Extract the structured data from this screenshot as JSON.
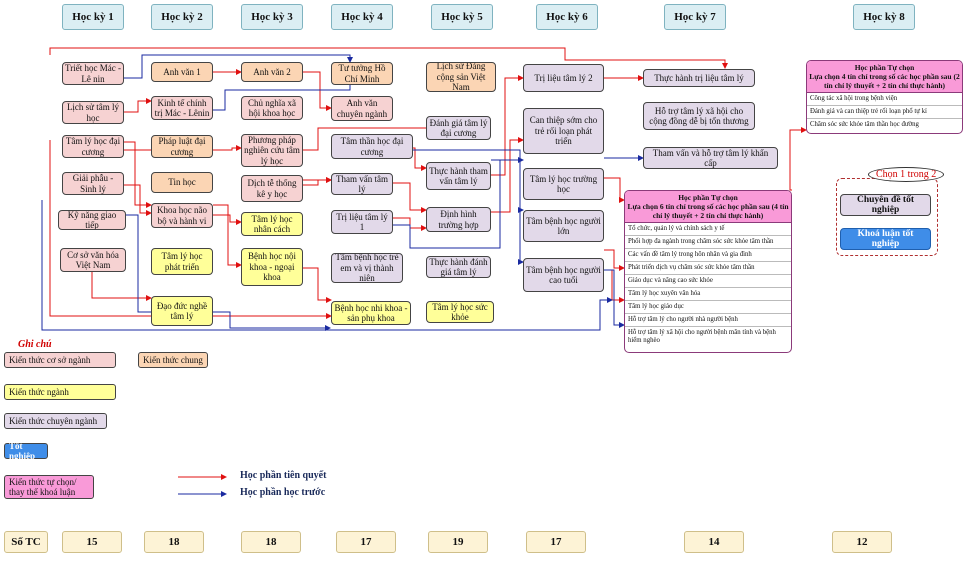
{
  "semesters": [
    "Học kỳ 1",
    "Học kỳ 2",
    "Học kỳ 3",
    "Học kỳ 4",
    "Học kỳ 5",
    "Học kỳ 6",
    "Học kỳ 7",
    "Học kỳ 8"
  ],
  "courses": {
    "triet": "Triết học Mác - Lê nin",
    "lsu_tl": "Lịch sử tâm lý học",
    "tl_dc": "Tâm lý học đại cương",
    "giaiphau": "Giải phẫu - Sinh lý",
    "kn_gt": "Kỹ năng giao tiếp",
    "csvh": "Cơ sở văn hóa Việt Nam",
    "av1": "Anh văn 1",
    "ktct": "Kinh tế chính trị Mác - Lênin",
    "plaw": "Pháp luật đại cương",
    "tinhoc": "Tin học",
    "khnao": "Khoa học não bộ và hành vi",
    "tl_pt": "Tâm lý học phát triển",
    "dd_nghe": "Đạo đức nghề tâm lý",
    "av2": "Anh văn 2",
    "cnxh": "Chủ nghĩa xã hội khoa học",
    "ppnc": "Phương pháp nghiên cứu tâm lý học",
    "tkyh": "Dịch tễ thống kê y học",
    "tl_nc": "Tâm lý học nhân cách",
    "benh_noi": "Bệnh học nội khoa - ngoại khoa",
    "tt_hcm": "Tư tưởng Hồ Chí Minh",
    "av_cn": "Anh văn chuyên ngành",
    "tt_dc": "Tâm thần học đại cương",
    "tvtl": "Tham vấn tâm lý",
    "trilieu1": "Trị liệu tâm lý 1",
    "benh_tre": "Tâm bệnh học trẻ em và vị thành niên",
    "benh_nhi": "Bệnh học nhi khoa - sản phụ khoa",
    "lsd": "Lịch sử Đảng cộng sản Việt Nam",
    "dgtl": "Đánh giá tâm lý đại cương",
    "th_tv": "Thực hành tham vấn tâm lý",
    "dinhhinh": "Định hình trường hợp",
    "th_dg": "Thực hành đánh giá tâm lý",
    "tl_sk": "Tâm lý học sức khỏe",
    "trilieu2": "Trị liệu tâm lý 2",
    "canthiep": "Can thiệp sớm cho trẻ rối loạn phát triển",
    "tl_th": "Tâm lý học trường học",
    "benh_nl": "Tâm bệnh học người lớn",
    "benh_nct": "Tâm bệnh học người cao tuổi",
    "th_trilieu": "Thực hành trị liệu tâm lý",
    "hotro_cd": "Hỗ trợ tâm lý xã hội cho cộng đồng dễ bị tổn thương",
    "tvkc": "Tham vấn và hỗ trợ tâm lý khẩn cấp",
    "chuyende": "Chuyên đề tốt nghiệp",
    "khoaluan": "Khoá luận tốt nghiệp"
  },
  "elective6": {
    "title": "Học phần Tự chọn",
    "subtitle": "Lựa chọn 6 tín chỉ trong số các học phần sau (4 tín chỉ lý thuyết + 2 tín chỉ thực hành)",
    "items": [
      "Tổ chức, quản lý và chính sách y tế",
      "Phối hợp đa ngành trong chăm sóc sức khỏe tâm thần",
      "Các vấn đề tâm lý trong hôn nhân và gia đình",
      "Phát triển dịch vụ chăm sóc sức khỏe tâm thần",
      "Giáo dục và nâng cao sức khỏe",
      "Tâm lý học xuyên văn hóa",
      "Tâm lý học giáo dục",
      "Hỗ trợ tâm lý cho người nhà người bệnh",
      "Hỗ trợ tâm lý xã hội cho người bệnh mãn tính và bệnh hiểm nghèo"
    ]
  },
  "elective8": {
    "title": "Học phần Tự chọn",
    "subtitle": "Lựa chọn 4 tín chỉ trong số các học phần sau (2 tín chỉ lý thuyết + 2 tín chỉ thực hành)",
    "items": [
      "Công tác xã hội trong bệnh viện",
      "Đánh giá và can thiệp trẻ rối loạn phổ tự kỉ",
      "Chăm sóc sức khỏe tâm thần học đường"
    ]
  },
  "choose_label": "Chọn 1 trong 2",
  "legend": {
    "title": "Ghi chú",
    "cs": "Kiến thức cơ sở ngành",
    "chung": "Kiến thức chung",
    "nganh": "Kiến thức ngành",
    "cn": "Kiến thức chuyên ngành",
    "tn": "Tốt nghiệp",
    "tc": "Kiến thức tự chọn/ thay thế khoá luận",
    "prereq": "Học phần tiên quyết",
    "before": "Học phần học trước"
  },
  "credits": {
    "label": "Số TC",
    "values": [
      "15",
      "18",
      "18",
      "17",
      "19",
      "17",
      "14",
      "12"
    ]
  },
  "colors": {
    "prereq": "#e01010",
    "before": "#1a2aa0",
    "header": "#dbeef3"
  }
}
